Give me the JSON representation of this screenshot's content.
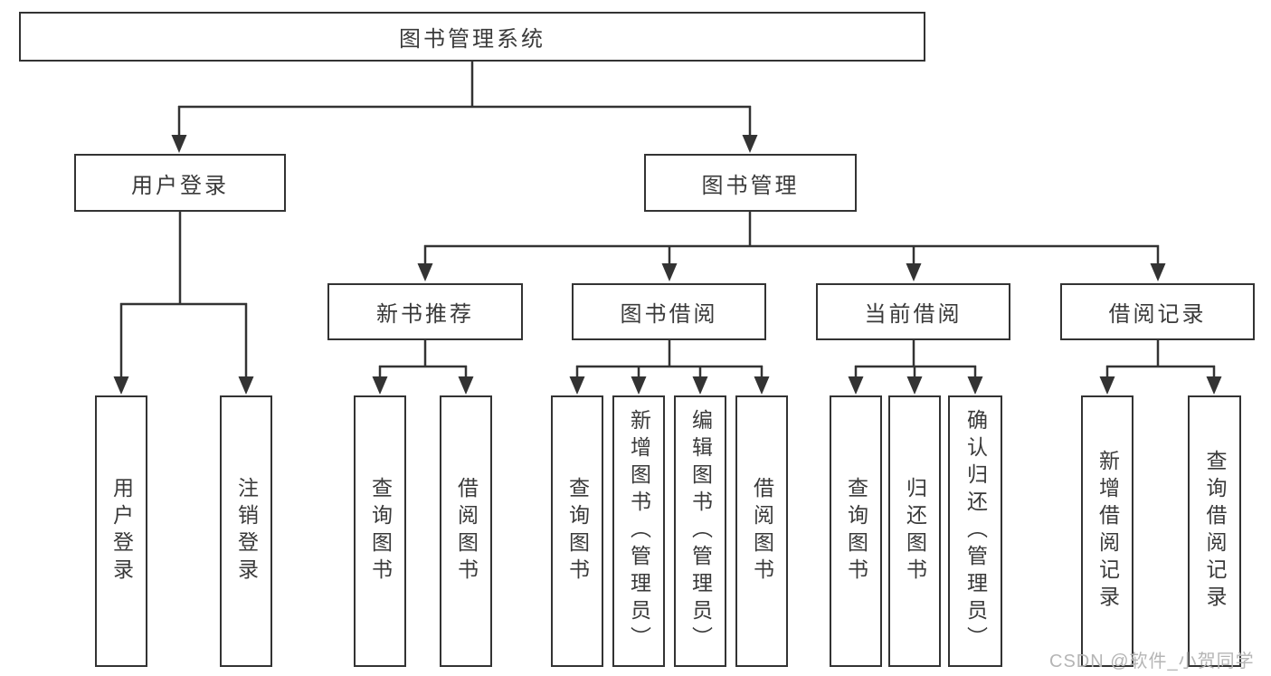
{
  "diagram": {
    "title": "图书管理系统",
    "type": "hierarchy-tree",
    "colors": {
      "line": "#333333",
      "text": "#3a3a3a",
      "background": "#ffffff",
      "watermark": "#b5b5b5"
    },
    "watermark": "CSDN @软件_小贺同学",
    "nodes": {
      "root": {
        "label": "图书管理系统"
      },
      "user_login": {
        "label": "用户登录"
      },
      "book_mgmt": {
        "label": "图书管理"
      },
      "new_book_rec": {
        "label": "新书推荐"
      },
      "book_borrow": {
        "label": "图书借阅"
      },
      "current_borrow": {
        "label": "当前借阅"
      },
      "borrow_records": {
        "label": "借阅记录"
      },
      "leaf_user_login": {
        "label": "用户登录"
      },
      "leaf_logout": {
        "label": "注销登录"
      },
      "leaf_query_book_rec": {
        "label": "查询图书"
      },
      "leaf_borrow_book_rec": {
        "label": "借阅图书"
      },
      "leaf_query_book_borrow": {
        "label": "查询图书"
      },
      "leaf_add_book_admin": {
        "label": "新增图书（管理员）"
      },
      "leaf_edit_book_admin": {
        "label": "编辑图书（管理员）"
      },
      "leaf_borrow_book_borrow": {
        "label": "借阅图书"
      },
      "leaf_query_book_current": {
        "label": "查询图书"
      },
      "leaf_return_book": {
        "label": "归还图书"
      },
      "leaf_confirm_return_admin": {
        "label": "确认归还（管理员）"
      },
      "leaf_add_borrow_record": {
        "label": "新增借阅记录"
      },
      "leaf_query_borrow_record": {
        "label": "查询借阅记录"
      }
    },
    "hierarchy": {
      "图书管理系统": {
        "用户登录": [
          "用户登录",
          "注销登录"
        ],
        "图书管理": {
          "新书推荐": [
            "查询图书",
            "借阅图书"
          ],
          "图书借阅": [
            "查询图书",
            "新增图书（管理员）",
            "编辑图书（管理员）",
            "借阅图书"
          ],
          "当前借阅": [
            "查询图书",
            "归还图书",
            "确认归还（管理员）"
          ],
          "借阅记录": [
            "新增借阅记录",
            "查询借阅记录"
          ]
        }
      }
    }
  }
}
